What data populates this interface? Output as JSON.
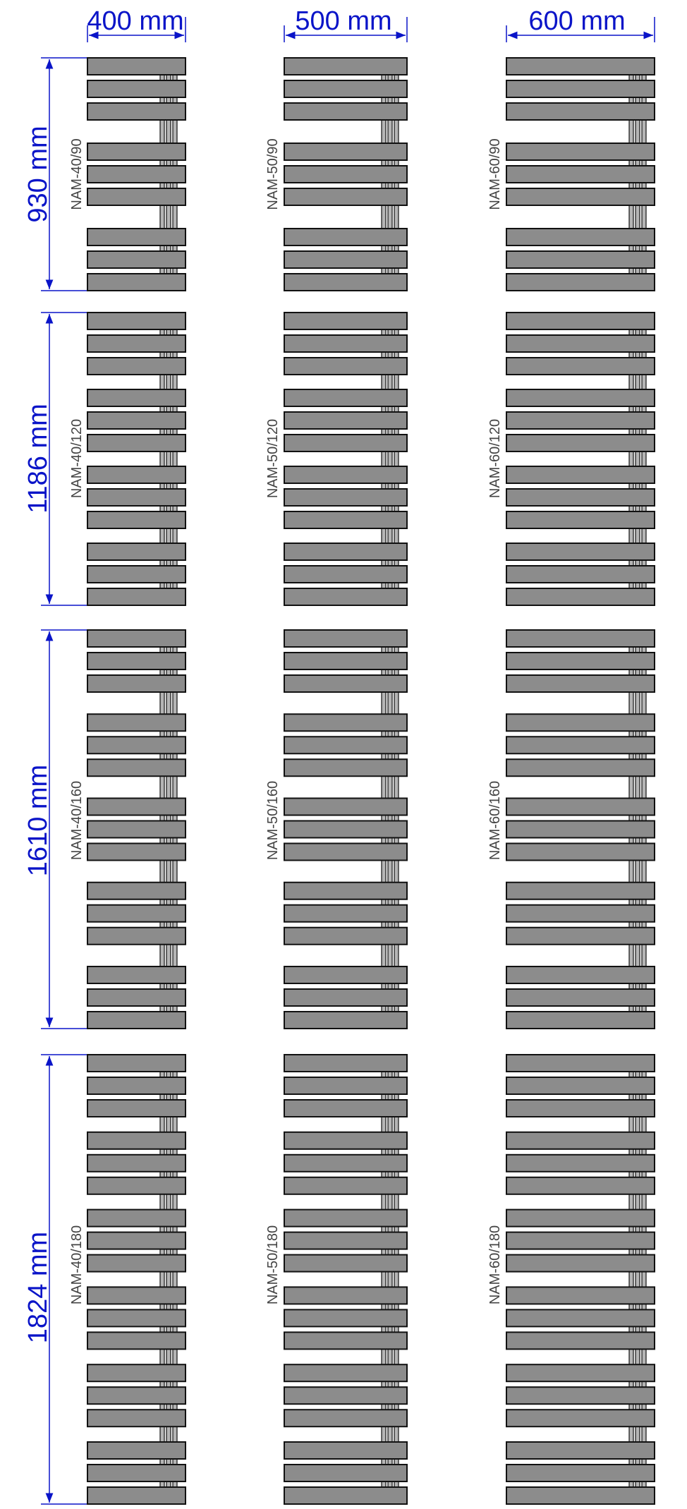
{
  "colors": {
    "dimension": "#0a14c8",
    "bar_fill": "#8c8c8c",
    "bar_stroke": "#111111",
    "label": "#444444"
  },
  "widths": [
    {
      "label": "400 mm",
      "value_mm": 400
    },
    {
      "label": "500 mm",
      "value_mm": 500
    },
    {
      "label": "600 mm",
      "value_mm": 600
    }
  ],
  "heights": [
    {
      "label": "930 mm",
      "value_mm": 930,
      "bar_groups": [
        3,
        3,
        3
      ]
    },
    {
      "label": "1186 mm",
      "value_mm": 1186,
      "bar_groups": [
        3,
        3,
        3,
        3
      ]
    },
    {
      "label": "1610 mm",
      "value_mm": 1610,
      "bar_groups": [
        3,
        3,
        3,
        3,
        3
      ]
    },
    {
      "label": "1824 mm",
      "value_mm": 1824,
      "bar_groups": [
        3,
        3,
        3,
        3,
        3,
        3
      ]
    }
  ],
  "models": [
    [
      "NAM-40/90",
      "NAM-50/90",
      "NAM-60/90"
    ],
    [
      "NAM-40/120",
      "NAM-50/120",
      "NAM-60/120"
    ],
    [
      "NAM-40/160",
      "NAM-50/160",
      "NAM-60/160"
    ],
    [
      "NAM-40/180",
      "NAM-50/180",
      "NAM-60/180"
    ]
  ]
}
